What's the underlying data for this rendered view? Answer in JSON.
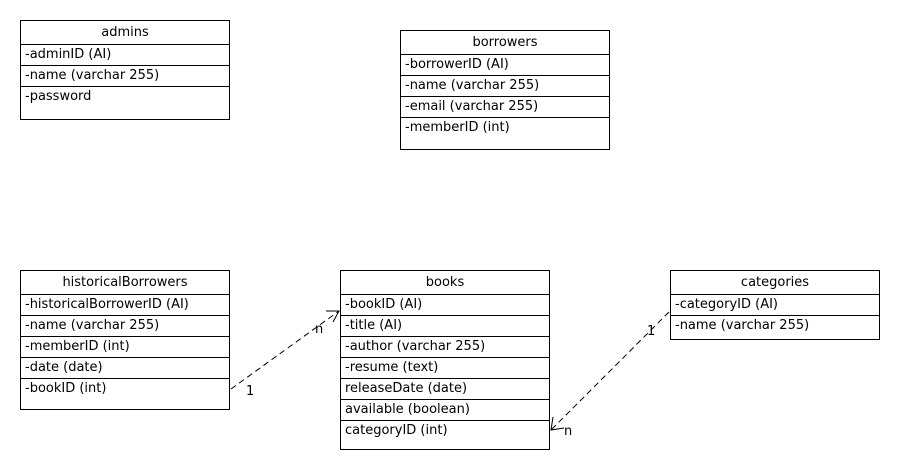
{
  "entities": {
    "admins": {
      "title": "admins",
      "attributes": [
        "-adminID (AI)",
        "-name (varchar 255)",
        "-password"
      ]
    },
    "borrowers": {
      "title": "borrowers",
      "attributes": [
        "-borrowerID (AI)",
        "-name (varchar 255)",
        "-email (varchar 255)",
        "-memberID (int)"
      ]
    },
    "historicalBorrowers": {
      "title": "historicalBorrowers",
      "attributes": [
        "-historicalBorrowerID (AI)",
        "-name (varchar 255)",
        "-memberID (int)",
        "-date (date)",
        "-bookID (int)"
      ]
    },
    "books": {
      "title": "books",
      "attributes": [
        "-bookID (AI)",
        "-title (AI)",
        "-author (varchar 255)",
        "-resume (text)",
        "releaseDate (date)",
        "available (boolean)",
        "categoryID (int)"
      ]
    },
    "categories": {
      "title": "categories",
      "attributes": [
        "-categoryID (AI)",
        "-name (varchar 255)"
      ]
    }
  },
  "relations": {
    "historical_to_books": {
      "source_multiplicity": "1",
      "target_multiplicity": "n"
    },
    "categories_to_books": {
      "source_multiplicity": "1",
      "target_multiplicity": "n"
    }
  }
}
